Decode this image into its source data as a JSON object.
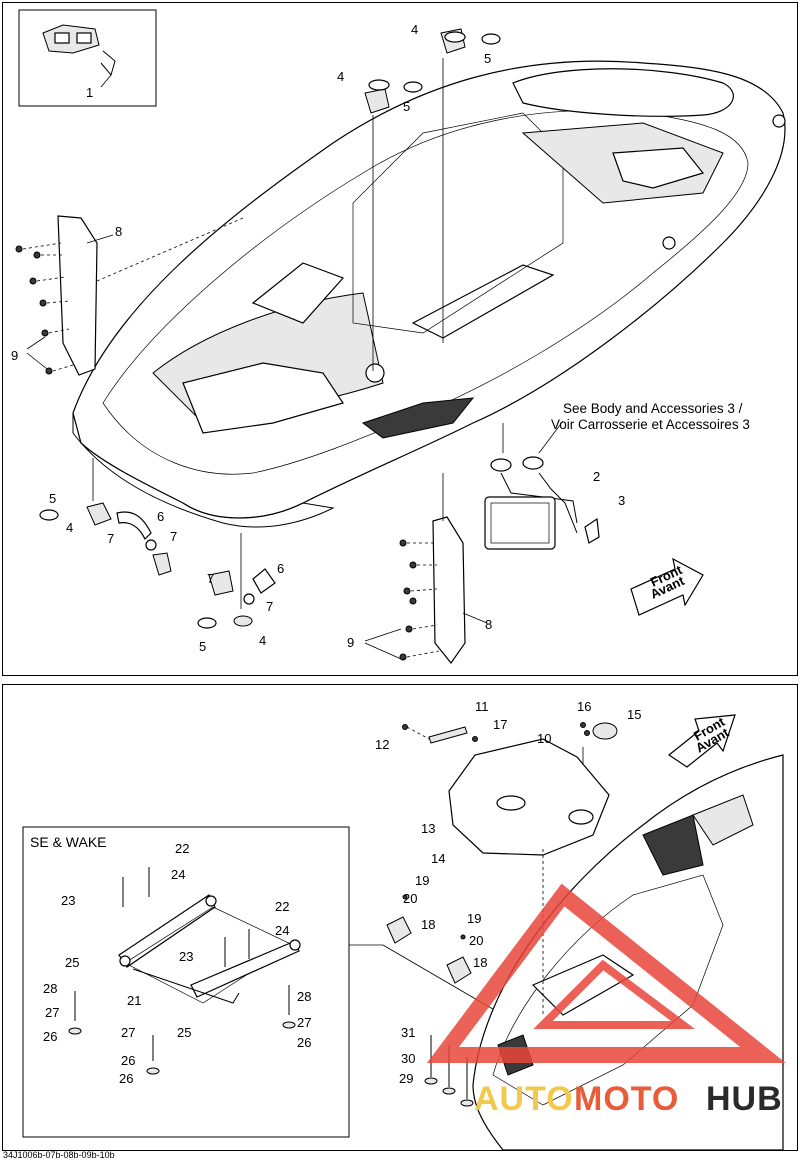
{
  "top_panel": {
    "callouts": [
      "1",
      "4",
      "5",
      "4",
      "5",
      "8",
      "9",
      "5",
      "4",
      "7",
      "6",
      "7",
      "7",
      "6",
      "7",
      "4",
      "5",
      "2",
      "3",
      "8",
      "9"
    ],
    "note_line1": "See Body and Accessories 3 /",
    "note_line2": "Voir Carrosserie et Accessoires 3",
    "front_label_1": "Front",
    "front_label_2": "Avant"
  },
  "bottom_panel": {
    "inset_title": "SE & WAKE",
    "callouts": [
      "11",
      "17",
      "12",
      "10",
      "16",
      "15",
      "13",
      "14",
      "19",
      "20",
      "18",
      "19",
      "20",
      "18",
      "31",
      "30",
      "29",
      "22",
      "24",
      "23",
      "22",
      "24",
      "25",
      "23",
      "21",
      "28",
      "27",
      "26",
      "25",
      "28",
      "27",
      "26",
      "27",
      "26"
    ],
    "front_label_1": "Front",
    "front_label_2": "Avant"
  },
  "footer": {
    "code": "34J1006b-07b-08b-09b-10b"
  },
  "watermark": {
    "part1": "AUTO",
    "part2": "MOTO",
    "part3": "HUB",
    "colors": {
      "auto": "#f2c94c",
      "moto": "#e85c3a",
      "hub": "#2a2a2a",
      "triangle": "#e8463a"
    }
  }
}
